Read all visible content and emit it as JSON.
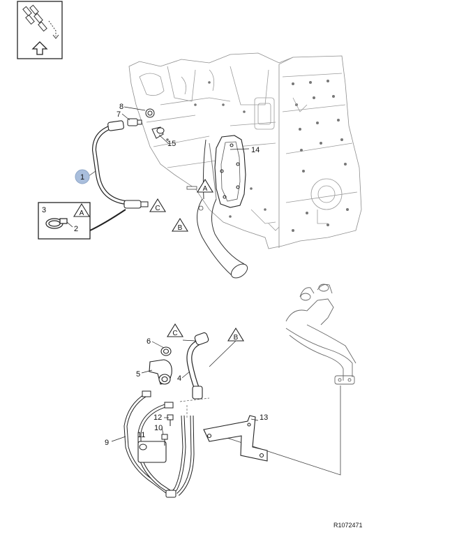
{
  "diagram": {
    "reference": "R1072471",
    "part_numbers": [
      "1",
      "2",
      "3",
      "4",
      "5",
      "6",
      "7",
      "8",
      "9",
      "10",
      "11",
      "12",
      "13",
      "14",
      "15"
    ],
    "connection_markers": [
      "A",
      "B",
      "C"
    ],
    "detail_inset": {
      "labels": [
        "3",
        "2"
      ],
      "marker": "A"
    },
    "highlight_color": "#a9bedc",
    "line_color": "#222222",
    "orientation_icon": "up-arrow-icon"
  }
}
